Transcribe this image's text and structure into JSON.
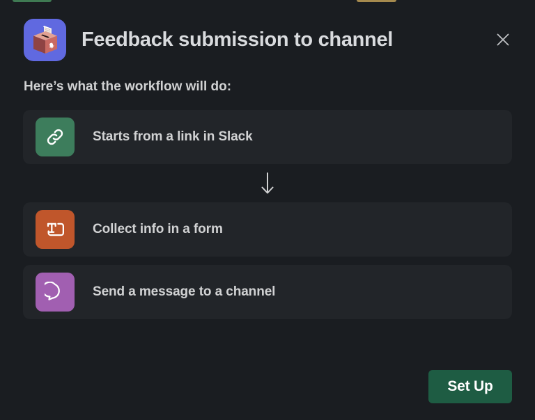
{
  "background_slivers": [
    {
      "name": "green-bar-remnant",
      "color": "#3f7a53"
    },
    {
      "name": "gold-bar-remnant",
      "color": "#a58a4e"
    }
  ],
  "dialog": {
    "app_icon": "ballot-box-icon",
    "title": "Feedback submission to channel",
    "close_label": "×",
    "subtitle": "Here’s what the workflow will do:",
    "steps": [
      {
        "label": "Starts from a link in Slack",
        "icon": "link-icon",
        "tile_color": "#3d7d5c"
      },
      {
        "label": "Collect info in a form",
        "icon": "form-text-field-icon",
        "tile_color": "#c0562b"
      },
      {
        "label": "Send a message to a channel",
        "icon": "speech-bubble-icon",
        "tile_color": "#a15fb1"
      }
    ],
    "connector_icon": "arrow-down-icon",
    "footer": {
      "primary_button": "Set Up",
      "primary_button_color": "#1e5c43"
    }
  }
}
